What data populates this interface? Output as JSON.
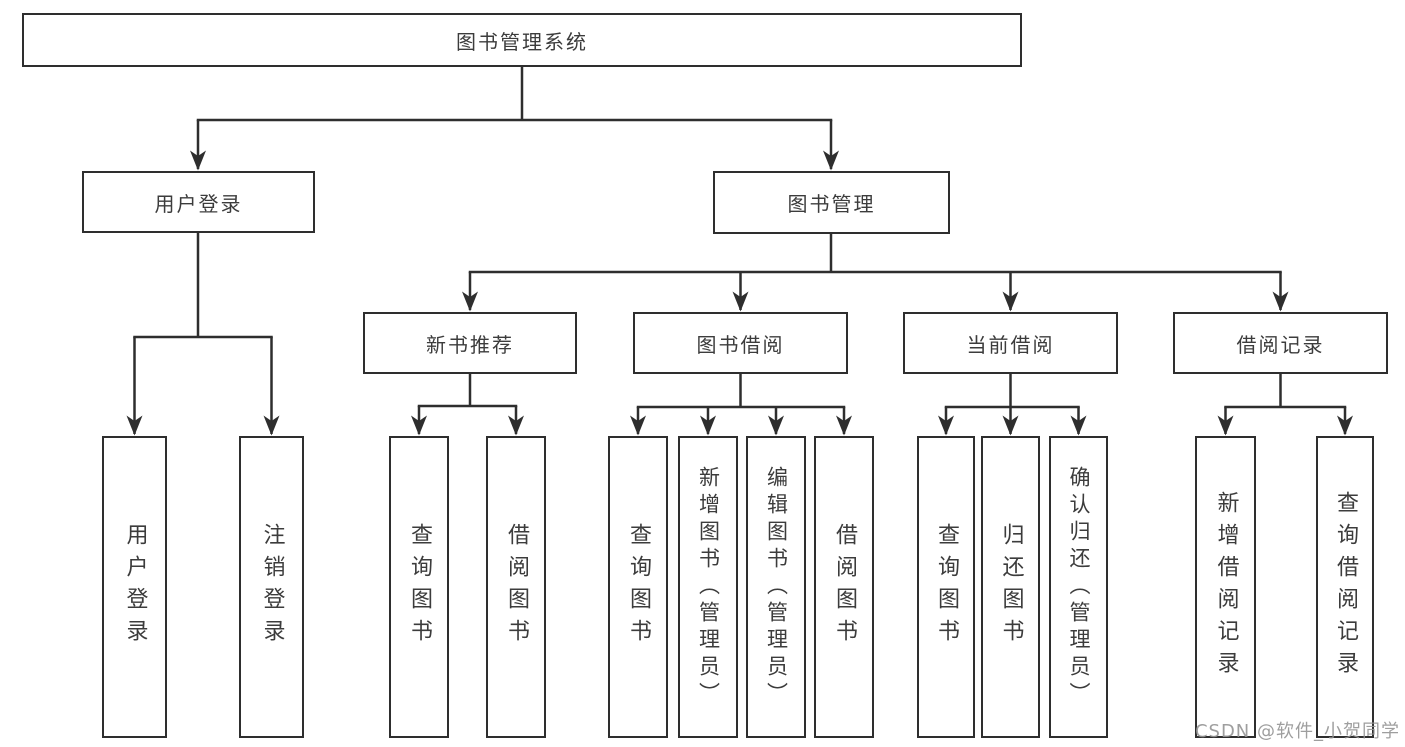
{
  "tree": {
    "label": "图书管理系统",
    "children": [
      {
        "label": "用户登录",
        "children": [
          {
            "label": "用户登录"
          },
          {
            "label": "注销登录"
          }
        ]
      },
      {
        "label": "图书管理",
        "children": [
          {
            "label": "新书推荐",
            "children": [
              {
                "label": "查询图书"
              },
              {
                "label": "借阅图书"
              }
            ]
          },
          {
            "label": "图书借阅",
            "children": [
              {
                "label": "查询图书"
              },
              {
                "label": "新增图书（管理员）"
              },
              {
                "label": "编辑图书（管理员）"
              },
              {
                "label": "借阅图书"
              }
            ]
          },
          {
            "label": "当前借阅",
            "children": [
              {
                "label": "查询图书"
              },
              {
                "label": "归还图书"
              },
              {
                "label": "确认归还（管理员）"
              }
            ]
          },
          {
            "label": "借阅记录",
            "children": [
              {
                "label": "新增借阅记录"
              },
              {
                "label": "查询借阅记录"
              }
            ]
          }
        ]
      }
    ]
  },
  "watermark": {
    "text": "CSDN @软件_小贺同学"
  },
  "colors": {
    "line": "#2e2e2e",
    "box_border": "#2e2e2e",
    "box_fill": "#ffffff",
    "text": "#3c3c3c",
    "watermark": "#949494"
  }
}
